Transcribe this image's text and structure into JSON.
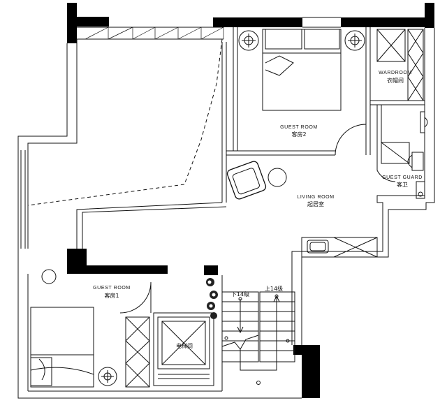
{
  "rooms": {
    "wardroom": {
      "en": "WARDROOM",
      "zh": "衣帽间"
    },
    "guest_room_2": {
      "en": "GUEST ROOM",
      "zh": "客房2"
    },
    "guest_guard": {
      "en": "GUEST GUARD",
      "zh": "客卫"
    },
    "living_room": {
      "en": "LIVING ROOM",
      "zh": "起居室"
    },
    "guest_room_1": {
      "en": "GUEST ROOM",
      "zh": "客房1"
    },
    "elevator": {
      "zh": "电梯间"
    }
  },
  "stairs": {
    "down_label": "下14级",
    "up_label": "上14级"
  }
}
